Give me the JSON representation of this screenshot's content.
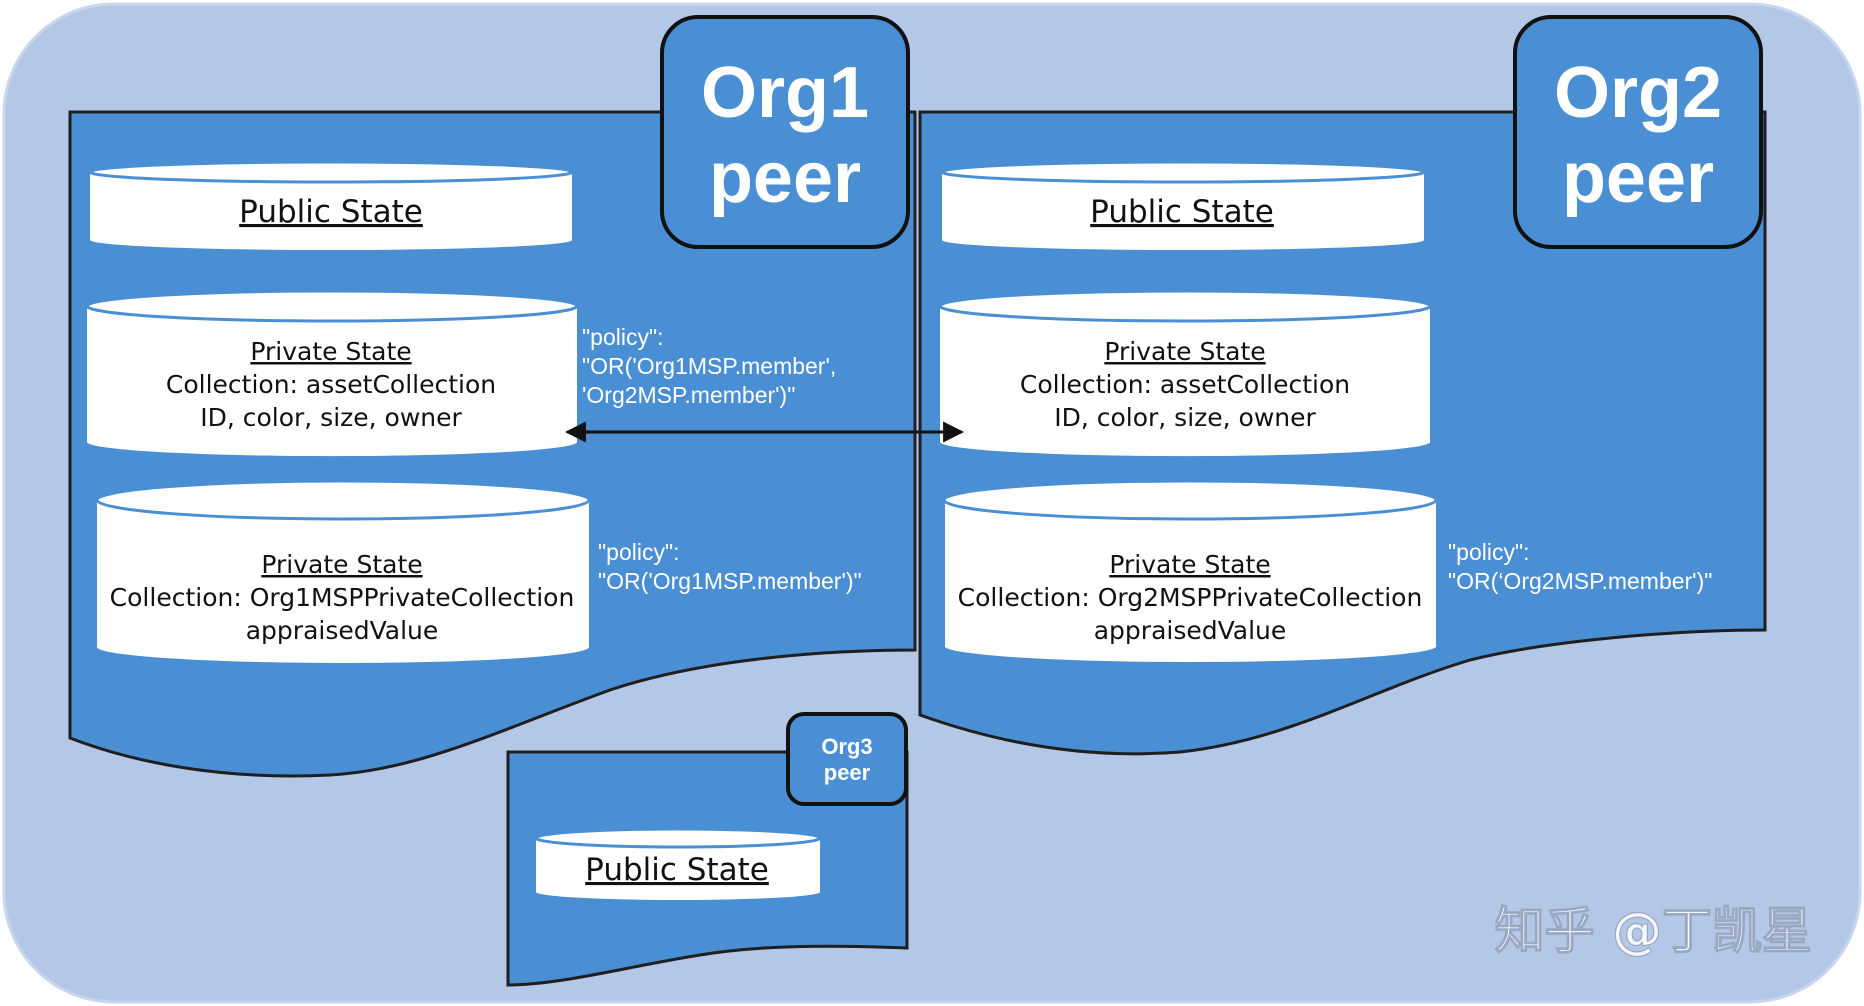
{
  "org1": {
    "peer_label_line1": "Org1",
    "peer_label_line2": "peer",
    "public_state": "Public State",
    "shared_private": {
      "title": "Private State",
      "collection": "Collection: assetCollection",
      "fields": "ID, color, size, owner"
    },
    "org_private": {
      "title": "Private State",
      "collection": "Collection: Org1MSPPrivateCollection",
      "fields": "appraisedValue"
    },
    "org_policy": {
      "line1": "\"policy\":",
      "line2": "\"OR('Org1MSP.member')\""
    }
  },
  "org2": {
    "peer_label_line1": "Org2",
    "peer_label_line2": "peer",
    "public_state": "Public State",
    "shared_private": {
      "title": "Private State",
      "collection": "Collection: assetCollection",
      "fields": "ID, color, size, owner"
    },
    "org_private": {
      "title": "Private State",
      "collection": "Collection: Org2MSPPrivateCollection",
      "fields": "appraisedValue"
    },
    "org_policy": {
      "line1": "\"policy\":",
      "line2": "\"OR(‘Org2MSP.member')\""
    }
  },
  "org3": {
    "peer_label_line1": "Org3",
    "peer_label_line2": "peer",
    "public_state": "Public State"
  },
  "shared_policy": {
    "line1": "\"policy\":",
    "line2": "\"OR('Org1MSP.member',",
    "line3": "'Org2MSP.member')\""
  },
  "watermark": "知乎 @丁凯星",
  "colors": {
    "background": "#b4c7e7",
    "peer_fill": "#4a8ed4",
    "outline": "#1f1f1f",
    "store_fill": "#ffffff"
  }
}
